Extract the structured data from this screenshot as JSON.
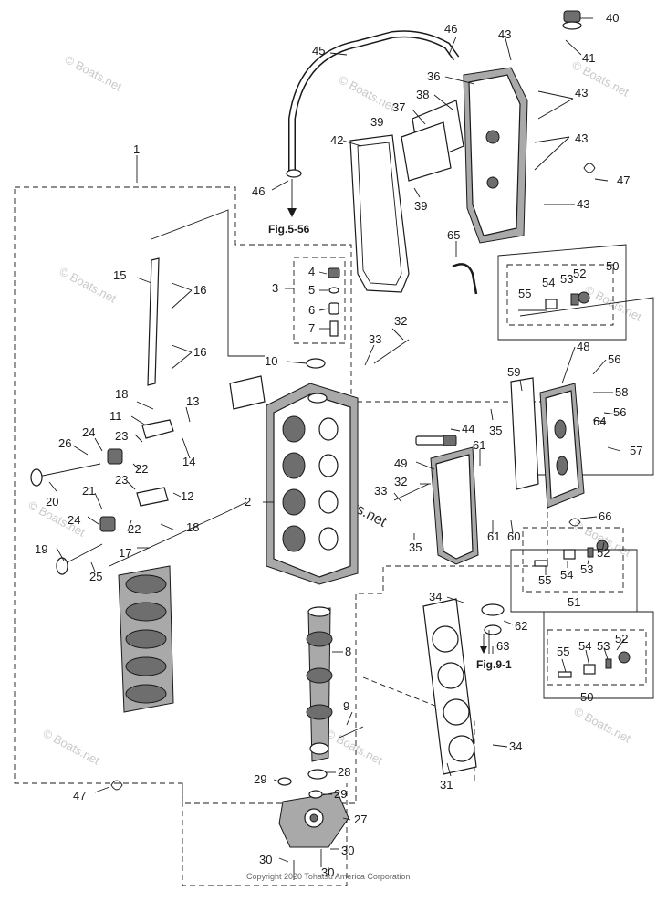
{
  "callouts": [
    {
      "label": "40"
    },
    {
      "label": "41"
    },
    {
      "label": "46"
    },
    {
      "label": "43"
    },
    {
      "label": "45"
    },
    {
      "label": "36"
    },
    {
      "label": "43"
    },
    {
      "label": "38"
    },
    {
      "label": "37"
    },
    {
      "label": "39"
    },
    {
      "label": "42"
    },
    {
      "label": "43"
    },
    {
      "label": "47"
    },
    {
      "label": "46"
    },
    {
      "label": "39"
    },
    {
      "label": "43"
    },
    {
      "label": "1"
    },
    {
      "label": "65"
    },
    {
      "label": "50"
    },
    {
      "label": "54"
    },
    {
      "label": "53"
    },
    {
      "label": "52"
    },
    {
      "label": "55"
    },
    {
      "label": "15"
    },
    {
      "label": "16"
    },
    {
      "label": "3"
    },
    {
      "label": "4"
    },
    {
      "label": "5"
    },
    {
      "label": "6"
    },
    {
      "label": "7"
    },
    {
      "label": "32"
    },
    {
      "label": "16"
    },
    {
      "label": "33"
    },
    {
      "label": "48"
    },
    {
      "label": "10"
    },
    {
      "label": "56"
    },
    {
      "label": "59"
    },
    {
      "label": "58"
    },
    {
      "label": "18"
    },
    {
      "label": "13"
    },
    {
      "label": "64"
    },
    {
      "label": "56"
    },
    {
      "label": "11"
    },
    {
      "label": "35"
    },
    {
      "label": "24"
    },
    {
      "label": "44"
    },
    {
      "label": "26"
    },
    {
      "label": "23"
    },
    {
      "label": "14"
    },
    {
      "label": "57"
    },
    {
      "label": "22"
    },
    {
      "label": "61"
    },
    {
      "label": "49"
    },
    {
      "label": "20"
    },
    {
      "label": "21"
    },
    {
      "label": "23"
    },
    {
      "label": "12"
    },
    {
      "label": "32"
    },
    {
      "label": "2"
    },
    {
      "label": "33"
    },
    {
      "label": "24"
    },
    {
      "label": "22"
    },
    {
      "label": "18"
    },
    {
      "label": "66"
    },
    {
      "label": "61"
    },
    {
      "label": "60"
    },
    {
      "label": "19"
    },
    {
      "label": "17"
    },
    {
      "label": "35"
    },
    {
      "label": "25"
    },
    {
      "label": "55"
    },
    {
      "label": "54"
    },
    {
      "label": "53"
    },
    {
      "label": "52"
    },
    {
      "label": "51"
    },
    {
      "label": "34"
    },
    {
      "label": "62"
    },
    {
      "label": "8"
    },
    {
      "label": "63"
    },
    {
      "label": "52"
    },
    {
      "label": "54"
    },
    {
      "label": "53"
    },
    {
      "label": "55"
    },
    {
      "label": "9"
    },
    {
      "label": "50"
    },
    {
      "label": "34"
    },
    {
      "label": "28"
    },
    {
      "label": "29"
    },
    {
      "label": "29"
    },
    {
      "label": "31"
    },
    {
      "label": "47"
    },
    {
      "label": "27"
    },
    {
      "label": "30"
    },
    {
      "label": "30"
    },
    {
      "label": "30"
    }
  ],
  "references": {
    "fig_top": "Fig.5-56",
    "fig_bottom": "Fig.9-1"
  },
  "watermarks": {
    "text": "© Boats.net",
    "center": "©Boats.net"
  },
  "copyright": "Copyright 2020 Tohatsu America Corporation"
}
